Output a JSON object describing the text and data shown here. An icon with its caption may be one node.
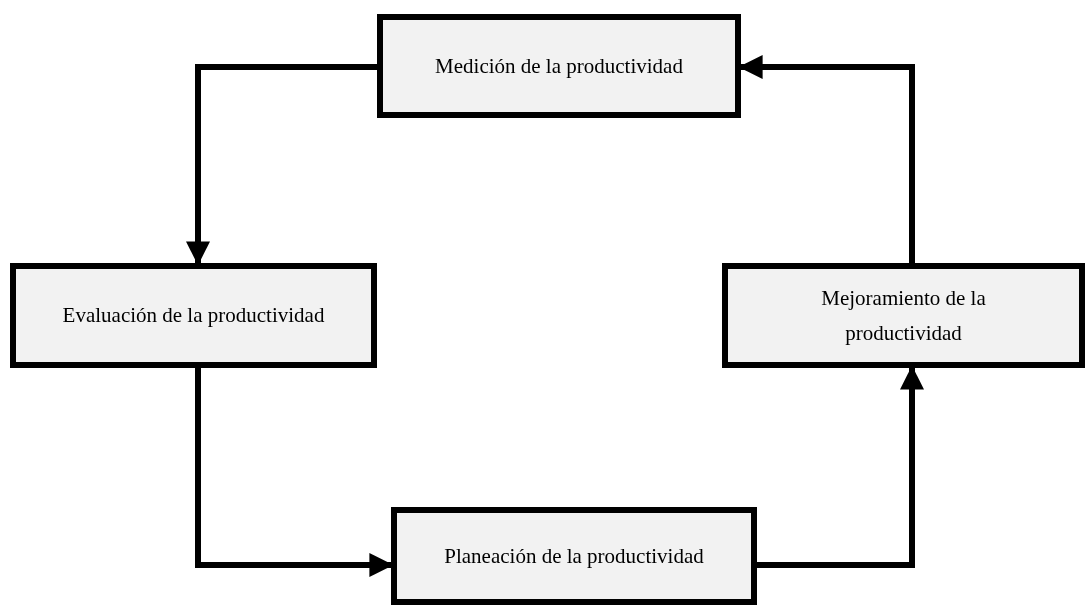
{
  "diagram": {
    "nodes": [
      {
        "text": [
          "Medición de la productividad"
        ]
      },
      {
        "text": [
          "Evaluación de la productividad"
        ]
      },
      {
        "text": [
          "Mejoramiento de la productividad"
        ]
      },
      {
        "text": [
          "Planeación de la productividad"
        ]
      }
    ],
    "edges": [
      {
        "from": 0,
        "to": 1,
        "arrow": "to"
      },
      {
        "from": 1,
        "to": 3,
        "arrow": "to"
      },
      {
        "from": 3,
        "to": 2,
        "arrow": "to"
      },
      {
        "from": 2,
        "to": 0,
        "arrow": "to"
      }
    ]
  }
}
